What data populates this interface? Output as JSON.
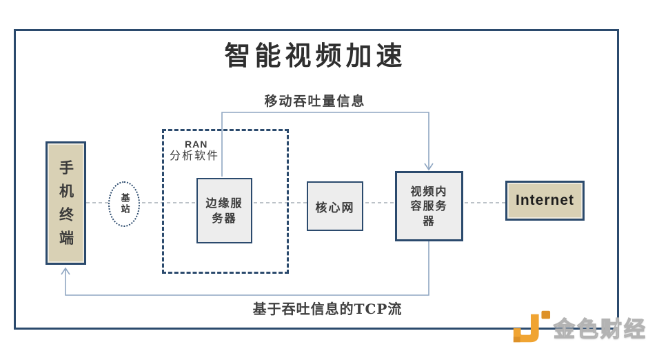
{
  "title": "智能视频加速",
  "flows": {
    "throughput_info": "移动吞吐量信息",
    "tcp_stream": "基于吞吐信息的TCP流"
  },
  "groups": {
    "ran": {
      "name": "RAN",
      "subtitle": "分析软件"
    }
  },
  "nodes": {
    "phone_terminal": {
      "label": "手机终端"
    },
    "base_station": {
      "label": "基站"
    },
    "edge_server": {
      "label": "边缘服\n务器"
    },
    "core_network": {
      "label": "核心网"
    },
    "video_content_server": {
      "label": "视频内\n容服务\n器"
    },
    "internet": {
      "label": "Internet"
    }
  },
  "watermark": {
    "brand": "金色财经"
  },
  "colors": {
    "border_navy": "#2b4a6d",
    "node_fill_tan": "#d9d1b5",
    "node_fill_gray": "#ededed",
    "flow_line": "#8fa6c2",
    "dashed_link": "#a6adb6",
    "watermark_orange": "#f0a432",
    "watermark_orange_dark": "#dd9128"
  }
}
